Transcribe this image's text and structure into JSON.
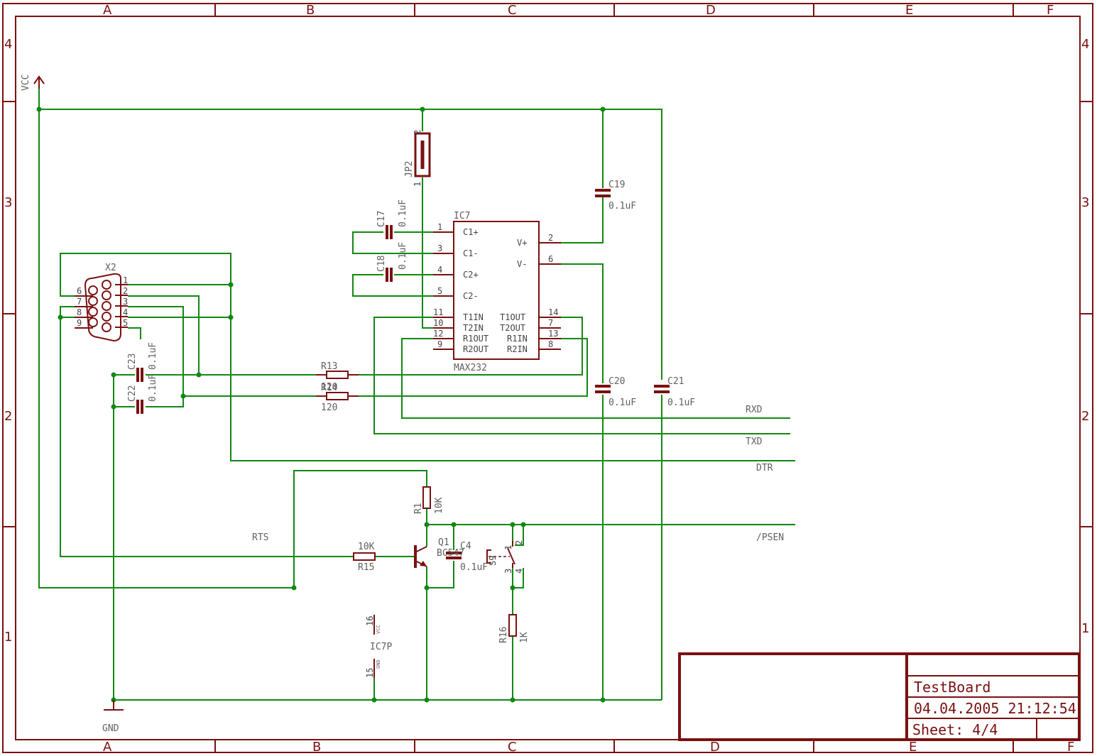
{
  "frame": {
    "cols": [
      "A",
      "B",
      "C",
      "D",
      "E",
      "F"
    ],
    "rows": [
      "4",
      "3",
      "2",
      "1"
    ]
  },
  "title_block": {
    "name": "TestBoard",
    "date": "04.04.2005 21:12:54",
    "sheet": "Sheet: 4/4"
  },
  "supply": {
    "vcc": "VCC",
    "gnd": "GND"
  },
  "ic7": {
    "ref": "IC7",
    "value": "MAX232",
    "pins_left": [
      {
        "num": "1",
        "name": "C1+"
      },
      {
        "num": "3",
        "name": "C1-"
      },
      {
        "num": "4",
        "name": "C2+"
      },
      {
        "num": "5",
        "name": "C2-"
      },
      {
        "num": "11",
        "name": "T1IN"
      },
      {
        "num": "10",
        "name": "T2IN"
      },
      {
        "num": "12",
        "name": "R1OUT"
      },
      {
        "num": "9",
        "name": "R2OUT"
      }
    ],
    "pins_right": [
      {
        "num": "2",
        "name": "V+"
      },
      {
        "num": "6",
        "name": "V-"
      },
      {
        "num": "14",
        "name": "T1OUT"
      },
      {
        "num": "7",
        "name": "T2OUT"
      },
      {
        "num": "13",
        "name": "R1IN"
      },
      {
        "num": "8",
        "name": "R2IN"
      }
    ]
  },
  "ic7p": {
    "ref": "IC7P",
    "vcc_pin": "16",
    "vcc_name": "VCC",
    "gnd_pin": "15",
    "gnd_name": "GND"
  },
  "x2": {
    "ref": "X2",
    "pins_right": [
      "1",
      "2",
      "3",
      "4",
      "5"
    ],
    "pins_left": [
      "6",
      "7",
      "8",
      "9"
    ]
  },
  "jp2": {
    "ref": "JP2",
    "pin1": "1",
    "pin2": "2"
  },
  "capacitors": {
    "c17": {
      "ref": "C17",
      "value": "0.1uF"
    },
    "c18": {
      "ref": "C18",
      "value": "0.1uF"
    },
    "c19": {
      "ref": "C19",
      "value": "0.1uF"
    },
    "c20": {
      "ref": "C20",
      "value": "0.1uF"
    },
    "c21": {
      "ref": "C21",
      "value": "0.1uF"
    },
    "c22": {
      "ref": "C22",
      "value": "0.1uF"
    },
    "c23": {
      "ref": "C23",
      "value": "0.1uF"
    },
    "c4": {
      "ref": "C4",
      "value": "0.1uF"
    }
  },
  "resistors": {
    "r13": {
      "ref": "R13",
      "value": "120"
    },
    "r14": {
      "ref": "R14",
      "value": "120"
    },
    "r1": {
      "ref": "R1",
      "value": "10K"
    },
    "r15": {
      "ref": "R15",
      "value": "10K"
    },
    "r16": {
      "ref": "R16",
      "value": "1K"
    }
  },
  "q1": {
    "ref": "Q1",
    "value": "BC547"
  },
  "s9": {
    "ref": "S9",
    "pins": [
      "1",
      "2",
      "3",
      "4"
    ]
  },
  "nets": {
    "rxd": "RXD",
    "txd": "TXD",
    "dtr": "DTR",
    "psen": "/PSEN",
    "rts": "RTS"
  }
}
